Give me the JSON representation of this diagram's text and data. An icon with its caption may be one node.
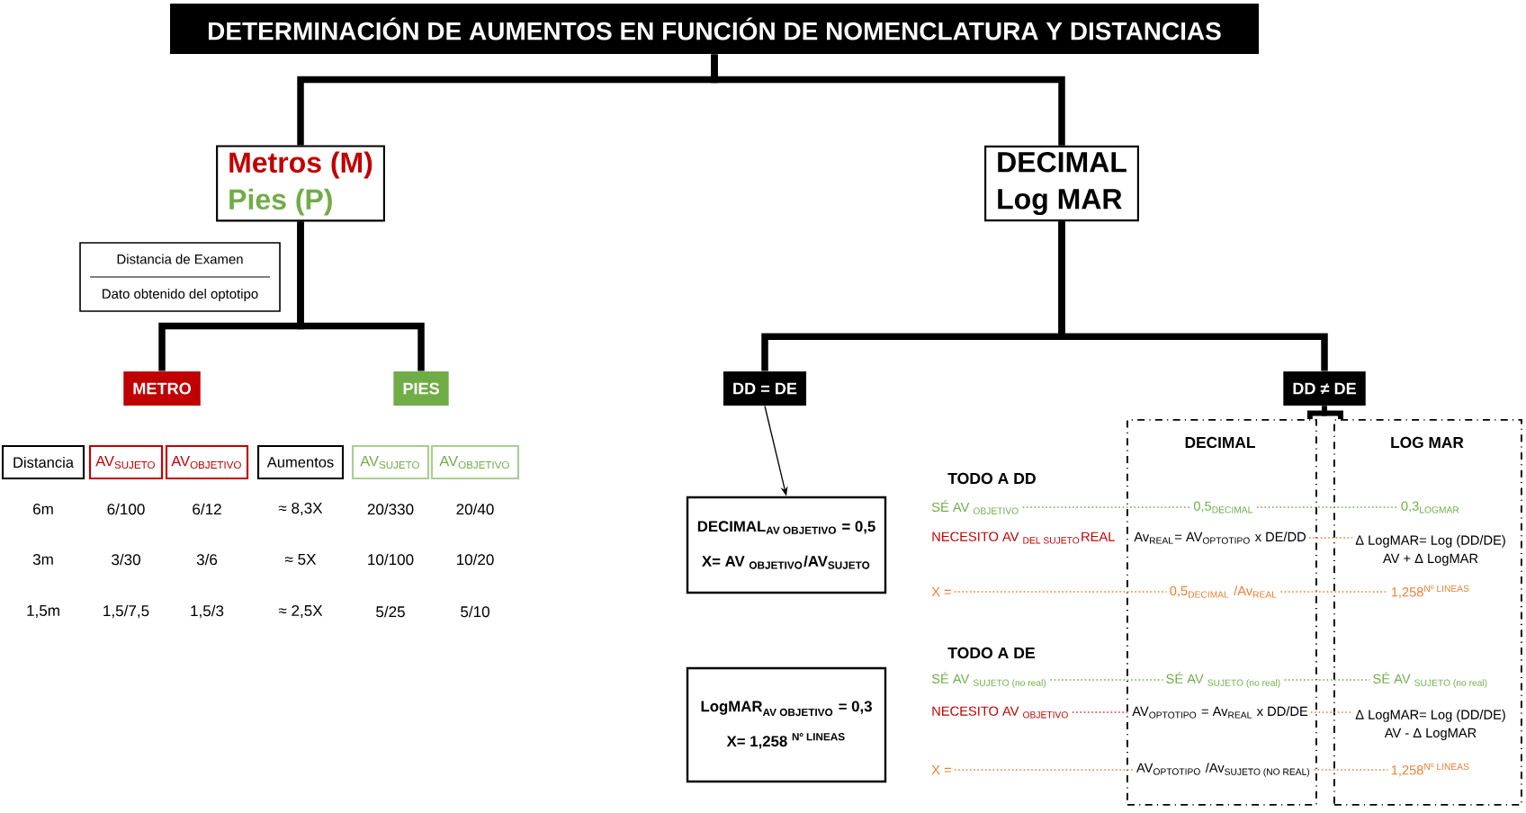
{
  "diagram": {
    "nodes": [
      {
        "text": [
          "DETERMINACIÓN DE AUMENTOS EN FUNCIÓN DE NOMENCLATURA Y DISTANCIAS"
        ]
      },
      {
        "text": [
          "Metros (M)",
          "Pies (P)"
        ]
      },
      {
        "text": [
          "DECIMAL",
          "Log MAR"
        ]
      },
      {
        "text": [
          "Distancia de Examen",
          "Dato obtenido del optotipo"
        ]
      },
      {
        "text": [
          "METRO"
        ]
      },
      {
        "text": [
          "PIES"
        ]
      },
      {
        "text": [
          "DD = DE"
        ]
      },
      {
        "text": [
          "DD ≠ DE"
        ]
      },
      {
        "text": [
          "Distancia"
        ]
      },
      {
        "text": [
          "AV$_{SUJETO}$"
        ]
      },
      {
        "text": [
          "AV$_{OBJETIVO}$"
        ]
      },
      {
        "text": [
          "Aumentos"
        ]
      },
      {
        "text": [
          "AV$_{SUJETO}$"
        ]
      },
      {
        "text": [
          "AV$_{OBJETIVO}$"
        ]
      },
      {
        "text": [
          "\\text{DECIMAL}_{\\text{AV OBJETIVO}}\\text{ = 0,5}",
          "X= AV $_{OBJETIVO}$/AV$_{SUJETO}$"
        ]
      },
      {
        "text": [
          "\\text{LogMAR}_{\\text{AV OBJETIVO}}\\text{ = 0,3}",
          "\\text{X= 1,258 }^{\\text{Nº LINEAS}}"
        ]
      },
      {
        "text": [
          "DECIMAL"
        ]
      },
      {
        "text": [
          "LOG MAR"
        ]
      },
      {
        "text": [
          "SÉ AV $_{OBJETIVO}$"
        ]
      },
      {
        "text": [
          "0,5$_{DECIMAL}$"
        ],
        "in": 16
      },
      {
        "text": [
          "0,3$_{LOGMAR}$"
        ],
        "in": 17
      },
      {
        "text": [
          "\\text{NECESITO AV }_{\\text{DEL SUJETO}}\\text{REAL}"
        ]
      },
      {
        "text": [
          "Av$_{REAL}$= AV$_{OPTOTIPO}$ x DE/DD"
        ],
        "in": 16
      },
      {
        "text": [
          "Δ LogMAR= Log (DD/DE)",
          "AV + Δ LogMAR"
        ],
        "in": 17
      },
      {
        "text": [
          "X ="
        ]
      },
      {
        "text": [
          "0,5$_{DECIMAL}$ /Av$_{REAL}$"
        ],
        "in": 16
      },
      {
        "text": [
          "\\text{1,258}^{\\text{Nº LINEAS}}"
        ],
        "in": 17
      },
      {
        "text": [
          "\\text{SÉ AV }_{\\text{SUJETO (no real)}}"
        ]
      },
      {
        "text": [
          "\\text{SÉ AV }_{\\text{SUJETO (no real)}}"
        ],
        "in": 16
      },
      {
        "text": [
          "\\text{SÉ AV }_{\\text{SUJETO (no real)}}"
        ],
        "in": 17
      },
      {
        "text": [
          "NECESITO AV $_{OBJETIVO}$"
        ]
      },
      {
        "text": [
          "AV$_{OPTOTIPO}$ = Av$_{REAL}$ x DD/DE"
        ],
        "in": 16
      },
      {
        "text": [
          "Δ LogMAR= Log (DD/DE)",
          "AV - Δ LogMAR"
        ],
        "in": 17
      },
      {
        "text": [
          "X ="
        ]
      },
      {
        "text": [
          "\\text{AV}_{\\text{OPTOTIPO}}\\text{ /Av}_{\\text{SUJETO (NO REAL)}}"
        ],
        "in": 16
      },
      {
        "text": [
          "\\text{1,258}^{\\text{Nº LINEAS}}"
        ],
        "in": 17
      }
    ],
    "edges": [
      {
        "from": 0,
        "to": 1,
        "arrow": "none",
        "style": "thick"
      },
      {
        "from": 0,
        "to": 2,
        "arrow": "none",
        "style": "thick"
      },
      {
        "from": 1,
        "to": 4,
        "arrow": "none",
        "style": "thick"
      },
      {
        "from": 1,
        "to": 5,
        "arrow": "none",
        "style": "thick"
      },
      {
        "from": 2,
        "to": 6,
        "arrow": "none",
        "style": "thick"
      },
      {
        "from": 2,
        "to": 7,
        "arrow": "none",
        "style": "thick"
      },
      {
        "from": 6,
        "to": 14,
        "arrow": "to"
      },
      {
        "from": 7,
        "to": 16,
        "arrow": "none",
        "style": "thick"
      },
      {
        "from": 7,
        "to": 17,
        "arrow": "none",
        "style": "thick"
      },
      {
        "from": 18,
        "to": 19,
        "arrow": "none",
        "style": "dashed",
        "color": "#70ad47"
      },
      {
        "from": 19,
        "to": 20,
        "arrow": "none",
        "style": "dashed",
        "color": "#70ad47"
      },
      {
        "from": 22,
        "to": 23,
        "arrow": "none",
        "style": "dashed",
        "color": "#ed7d31"
      },
      {
        "from": 24,
        "to": 25,
        "arrow": "none",
        "style": "dashed",
        "color": "#ed7d31"
      },
      {
        "from": 25,
        "to": 26,
        "arrow": "none",
        "style": "dashed",
        "color": "#ed7d31"
      },
      {
        "from": 27,
        "to": 28,
        "arrow": "none",
        "style": "dashed",
        "color": "#70ad47"
      },
      {
        "from": 28,
        "to": 29,
        "arrow": "none",
        "style": "dashed",
        "color": "#70ad47"
      },
      {
        "from": 30,
        "to": 31,
        "arrow": "none",
        "style": "dashed",
        "color": "#e03030"
      },
      {
        "from": 31,
        "to": 32,
        "arrow": "none",
        "style": "dashed",
        "color": "#ed7d31"
      },
      {
        "from": 33,
        "to": 34,
        "arrow": "none",
        "style": "dashed",
        "color": "#ed7d31"
      },
      {
        "from": 34,
        "to": 35,
        "arrow": "none",
        "style": "dashed",
        "color": "#ed7d31"
      }
    ],
    "labels": [
      "6m",
      "6/100",
      "6/12",
      "≈ 8,3X",
      "20/330",
      "20/40",
      "3m",
      "3/30",
      "3/6",
      "≈ 5X",
      "10/100",
      "10/20",
      "1,5m",
      "1,5/7,5",
      "1,5/3",
      "≈ 2,5X",
      "5/25",
      "5/10",
      "TODO A DD",
      "TODO A DE"
    ]
  }
}
